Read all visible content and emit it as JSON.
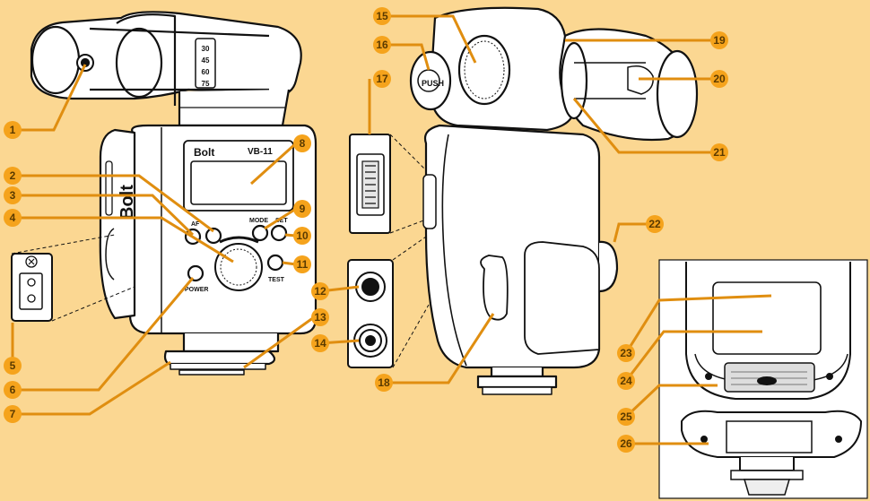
{
  "brand": "Bolt",
  "side_brand": "Bolt",
  "model": "VB-11",
  "zoom_marks": [
    "30",
    "45",
    "60",
    "75"
  ],
  "button_labels": {
    "af": "AF",
    "mode": "MODE",
    "set": "SET",
    "test": "TEST",
    "power": "POWER"
  },
  "head_label": "PUSH",
  "callouts": [
    "1",
    "2",
    "3",
    "4",
    "5",
    "6",
    "7",
    "8",
    "9",
    "10",
    "11",
    "12",
    "13",
    "14",
    "15",
    "16",
    "17",
    "18",
    "19",
    "20",
    "21",
    "22",
    "23",
    "24",
    "25",
    "26"
  ],
  "colors": {
    "background": "#fbd792",
    "callout": "#f5a31c",
    "leader": "#e08e10",
    "line_art": "#111111",
    "panel": "#ffffff"
  }
}
